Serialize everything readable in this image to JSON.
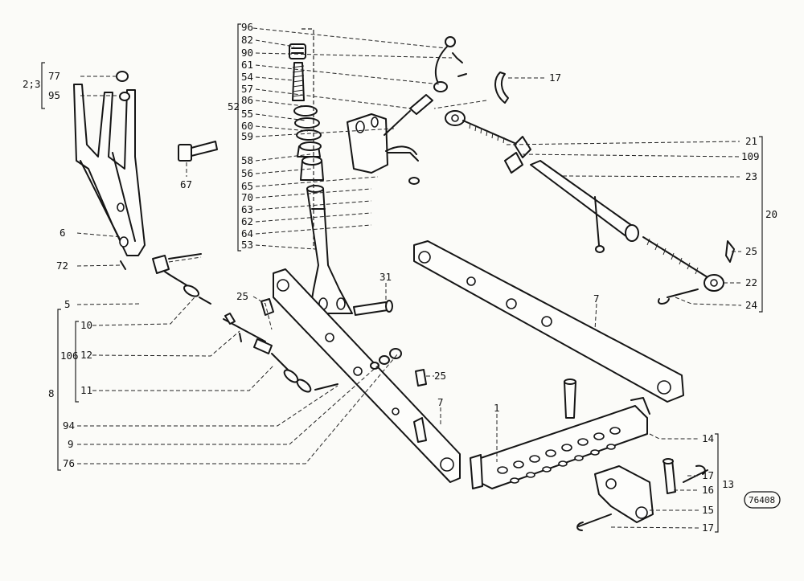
{
  "labels": {
    "96": "96",
    "82": "82",
    "90": "90",
    "61": "61",
    "54": "54",
    "57": "57",
    "86": "86",
    "55": "55",
    "60": "60",
    "59": "59",
    "58": "58",
    "56": "56",
    "65": "65",
    "70": "70",
    "63": "63",
    "62": "62",
    "64": "64",
    "53": "53",
    "52": "52",
    "77": "77",
    "95": "95",
    "23b": "2;3",
    "67": "67",
    "6": "6",
    "72": "72",
    "5": "5",
    "10": "10",
    "106": "106",
    "12": "12",
    "11": "11",
    "8": "8",
    "94": "94",
    "9": "9",
    "76": "76",
    "25a": "25",
    "25b": "25",
    "25c": "25",
    "31": "31",
    "7a": "7",
    "7b": "7",
    "17a": "17",
    "21": "21",
    "109": "109",
    "23": "23",
    "20": "20",
    "22": "22",
    "24": "24",
    "14": "14",
    "17b": "17",
    "16": "16",
    "13": "13",
    "15": "15",
    "17c": "17",
    "1": "1"
  },
  "reference_code": "76408"
}
